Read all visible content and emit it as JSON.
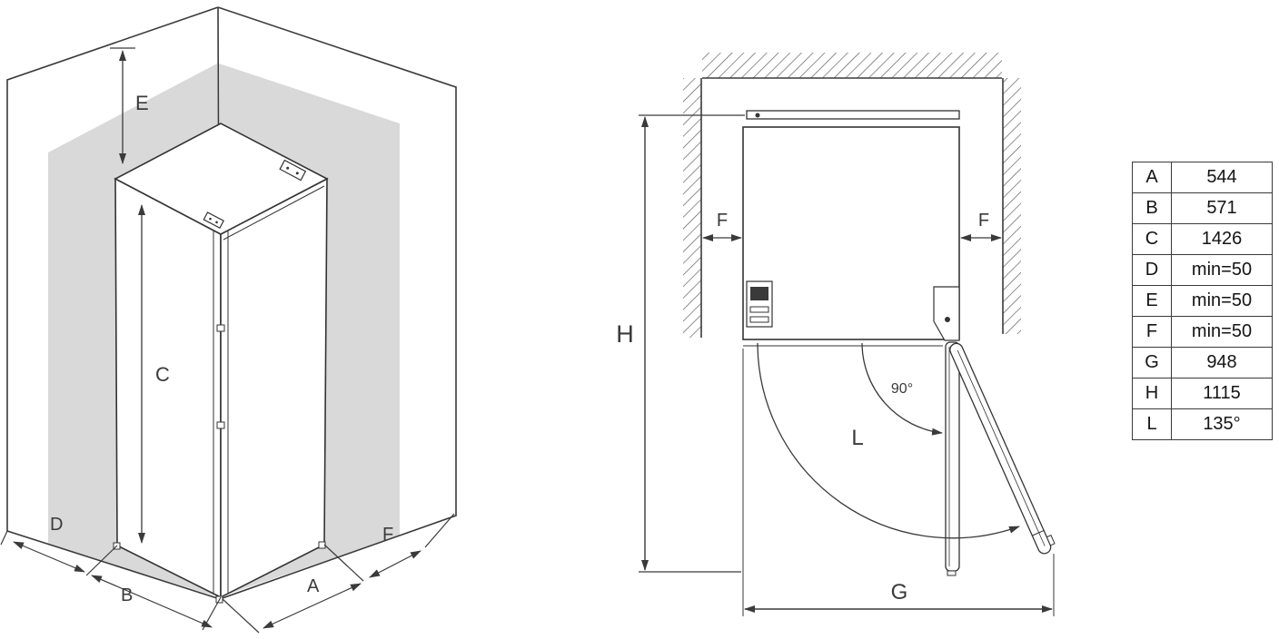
{
  "iso_view": {
    "labels": {
      "e": "E",
      "c": "C",
      "d": "D",
      "b": "B",
      "a": "A",
      "f": "F"
    }
  },
  "top_view": {
    "labels": {
      "h": "H",
      "f_left": "F",
      "f_right": "F",
      "angle_90": "90°",
      "l": "L",
      "g": "G"
    }
  },
  "dimension_table": {
    "rows": [
      {
        "key": "A",
        "value": "544"
      },
      {
        "key": "B",
        "value": "571"
      },
      {
        "key": "C",
        "value": "1426"
      },
      {
        "key": "D",
        "value": "min=50"
      },
      {
        "key": "E",
        "value": "min=50"
      },
      {
        "key": "F",
        "value": "min=50"
      },
      {
        "key": "G",
        "value": "948"
      },
      {
        "key": "H",
        "value": "1115"
      },
      {
        "key": "L",
        "value": "135°"
      }
    ]
  },
  "colors": {
    "wall_shade": "#d9d9d9",
    "line": "#3a3a3a"
  }
}
